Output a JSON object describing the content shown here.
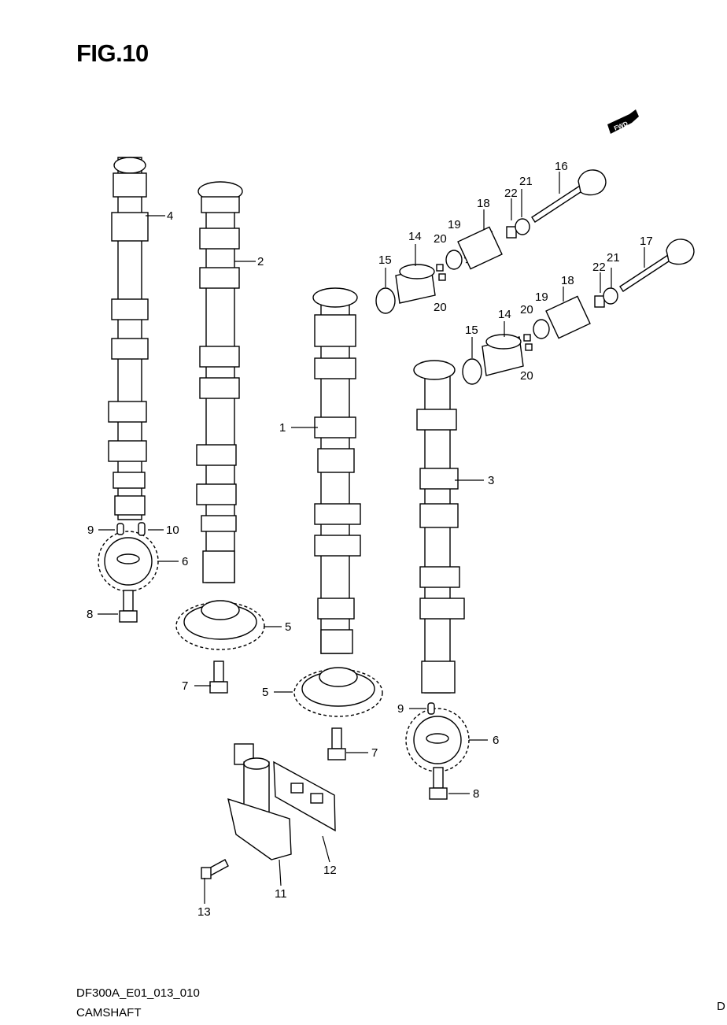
{
  "figure": {
    "title": "FIG.10",
    "fwd_badge": "FWD"
  },
  "footer": {
    "code": "DF300A_E01_013_010",
    "name": "CAMSHAFT",
    "edge_mark": "D"
  },
  "callouts": {
    "c1": "1",
    "c2": "2",
    "c3": "3",
    "c4": "4",
    "c5a": "5",
    "c5b": "5",
    "c6a": "6",
    "c6b": "6",
    "c7a": "7",
    "c7b": "7",
    "c8a": "8",
    "c8b": "8",
    "c9a": "9",
    "c9b": "9",
    "c10": "10",
    "c11": "11",
    "c12": "12",
    "c13": "13",
    "c14a": "14",
    "c14b": "14",
    "c15a": "15",
    "c15b": "15",
    "c16": "16",
    "c17": "17",
    "c18a": "18",
    "c18b": "18",
    "c19a": "19",
    "c19b": "19",
    "c20a": "20",
    "c20b": "20",
    "c20c": "20",
    "c20d": "20",
    "c21a": "21",
    "c21b": "21",
    "c22a": "22",
    "c22b": "22"
  }
}
